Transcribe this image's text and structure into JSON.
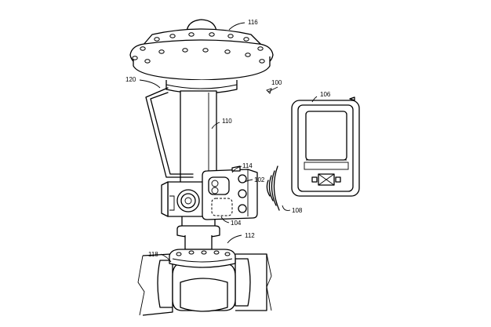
{
  "figure": {
    "refs": {
      "assembly": "100",
      "sensor_unit": "102",
      "module": "104",
      "handheld": "106",
      "wireless_signal": "108",
      "stem": "110",
      "valve": "112",
      "housing": "114",
      "actuator": "116",
      "flange": "118",
      "bracket": "120"
    }
  }
}
